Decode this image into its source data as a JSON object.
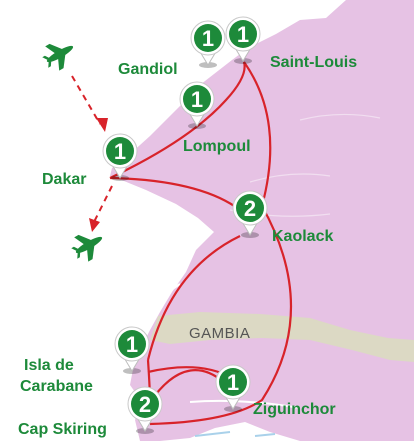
{
  "places": {
    "gandiol": "Gandiol",
    "saint_louis": "Saint-Louis",
    "lompoul": "Lompoul",
    "dakar": "Dakar",
    "kaolack": "Kaolack",
    "gambia": "GAMBIA",
    "isla_de_carabane": [
      "Isla de",
      "Carabane"
    ],
    "ziguinchor": "Ziguinchor",
    "cap_skiring": "Cap Skiring"
  },
  "stops": {
    "gandiol": "1",
    "saint_louis": "1",
    "lompoul": "1",
    "dakar": "1",
    "kaolack": "2",
    "isla_de_carabane": "1",
    "ziguinchor": "1",
    "cap_skiring": "2"
  },
  "colors": {
    "land": "#e6c2e4",
    "gambia": "#dcd9c4",
    "route": "#d8232a",
    "pin": "#1d8a3a",
    "label": "#1d8a3a",
    "plane": "#1d8a3a"
  },
  "icons": {
    "pin": "map-pin-icon",
    "arrival_plane": "airplane-icon",
    "departure_plane": "airplane-icon"
  }
}
